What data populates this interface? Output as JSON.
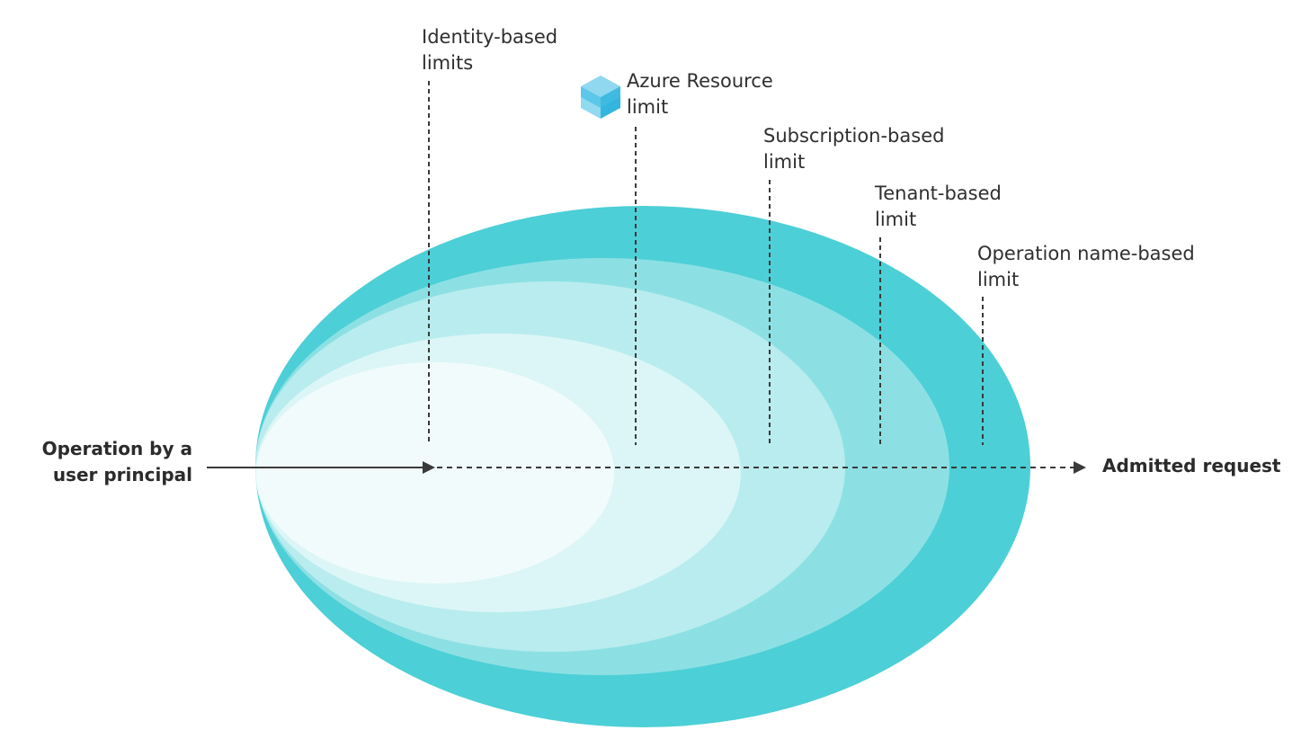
{
  "input_label": [
    "Operation by a",
    "user principal"
  ],
  "output_label": "Admitted request",
  "limits": [
    {
      "id": "identity",
      "lines": [
        "Identity-based",
        "limits"
      ]
    },
    {
      "id": "resource",
      "lines": [
        "Azure Resource",
        "limit"
      ],
      "icon": "azure-resource-cube-icon"
    },
    {
      "id": "subscription",
      "lines": [
        "Subscription-based",
        "limit"
      ]
    },
    {
      "id": "tenant",
      "lines": [
        "Tenant-based",
        "limit"
      ]
    },
    {
      "id": "operation",
      "lines": [
        "Operation name-based",
        "limit"
      ]
    }
  ],
  "colors": {
    "layer_outer": "#4ccfd6",
    "layer_2": "#8ce0e4",
    "layer_3": "#b9ecee",
    "layer_4": "#dcf6f7",
    "layer_inner": "#f2fbfb",
    "line": "#3a3a3a",
    "text": "#2f2f2f",
    "icon_light": "#8fd8ef",
    "icon_mid": "#5cc7e8",
    "icon_dark": "#32b5df"
  }
}
